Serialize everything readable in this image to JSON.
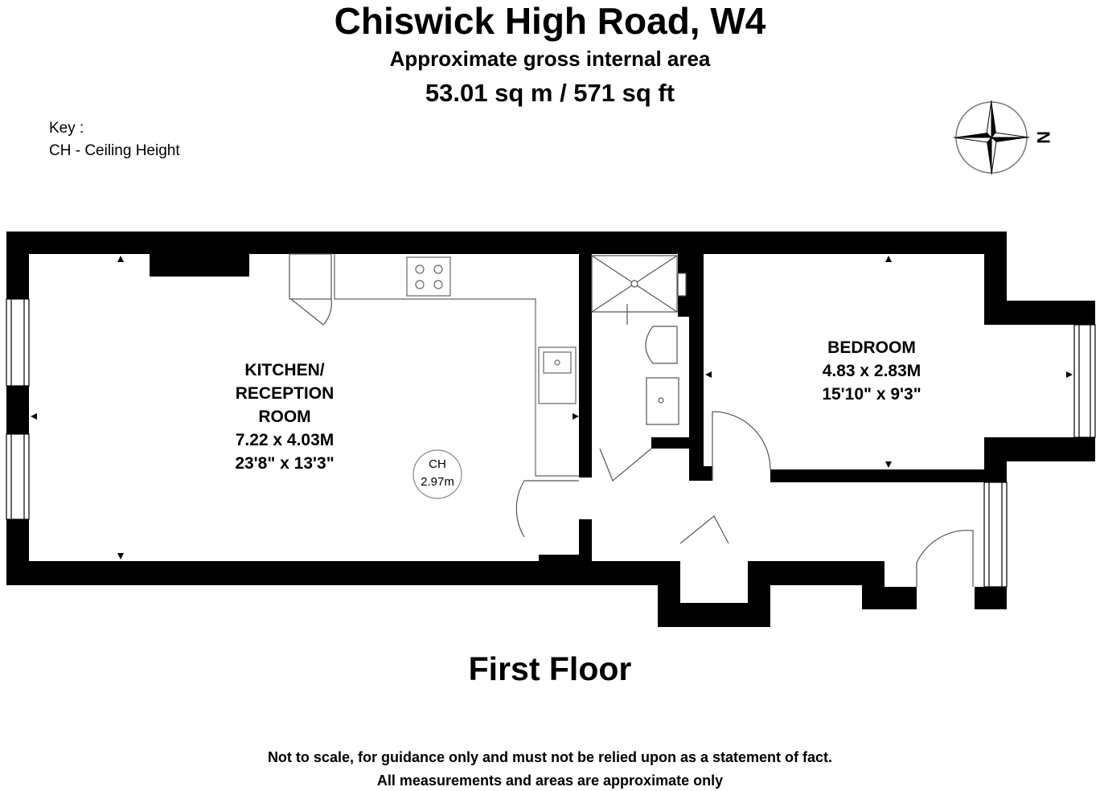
{
  "header": {
    "title": "Chiswick High Road, W4",
    "subtitle": "Approximate gross internal area",
    "area": "53.01 sq m /  571 sq ft"
  },
  "key": {
    "heading": "Key :",
    "entry": "CH - Ceiling Height"
  },
  "compass": {
    "north_label": "N"
  },
  "rooms": {
    "kitchen": {
      "name_line1": "KITCHEN/",
      "name_line2": "RECEPTION",
      "name_line3": "ROOM",
      "metric": "7.22 x 4.03M",
      "imperial": "23'8\" x 13'3\""
    },
    "bedroom": {
      "name": "BEDROOM",
      "metric": "4.83 x 2.83M",
      "imperial": "15'10\" x 9'3\""
    }
  },
  "ceiling_height": {
    "label": "CH",
    "value": "2.97m"
  },
  "floor": {
    "label": "First Floor"
  },
  "disclaimer": {
    "line1": "Not to scale, for guidance only and must not be relied upon as a statement of fact.",
    "line2": "All measurements and areas are approximate only"
  }
}
